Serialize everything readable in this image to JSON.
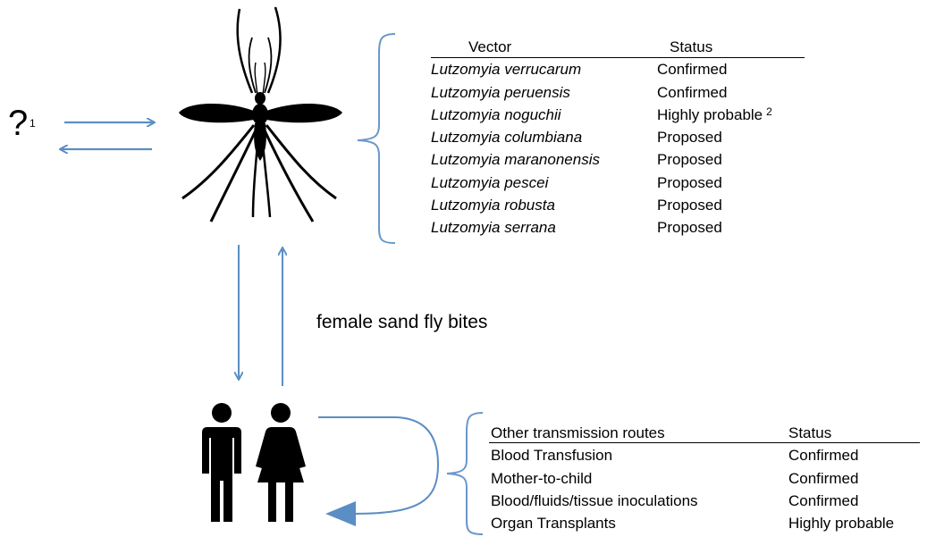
{
  "question": {
    "mark": "?",
    "footnote": "1"
  },
  "caption": "female sand fly bites",
  "vector_table": {
    "headers": [
      "Vector",
      "Status"
    ],
    "rows": [
      {
        "vector": "Lutzomyia verrucarum",
        "status": "Confirmed",
        "note": ""
      },
      {
        "vector": "Lutzomyia peruensis",
        "status": "Confirmed",
        "note": ""
      },
      {
        "vector": "Lutzomyia noguchii",
        "status": "Highly probable",
        "note": "2"
      },
      {
        "vector": "Lutzomyia columbiana",
        "status": "Proposed",
        "note": ""
      },
      {
        "vector": "Lutzomyia maranonensis",
        "status": "Proposed",
        "note": ""
      },
      {
        "vector": "Lutzomyia pescei",
        "status": "Proposed",
        "note": ""
      },
      {
        "vector": "Lutzomyia robusta",
        "status": "Proposed",
        "note": ""
      },
      {
        "vector": "Lutzomyia serrana",
        "status": "Proposed",
        "note": ""
      }
    ]
  },
  "routes_table": {
    "headers": [
      "Other transmission routes",
      "Status"
    ],
    "rows": [
      {
        "route": "Blood Transfusion",
        "status": "Confirmed"
      },
      {
        "route": "Mother-to-child",
        "status": "Confirmed"
      },
      {
        "route": "Blood/fluids/tissue inoculations",
        "status": "Confirmed"
      },
      {
        "route": "Organ Transplants",
        "status": "Highly probable"
      }
    ]
  },
  "icons": [
    "sand-fly-icon",
    "man-icon",
    "woman-icon"
  ],
  "colors": {
    "arrow": "#5b8ec4",
    "bracket": "#6a98c8",
    "icon": "#000000"
  }
}
